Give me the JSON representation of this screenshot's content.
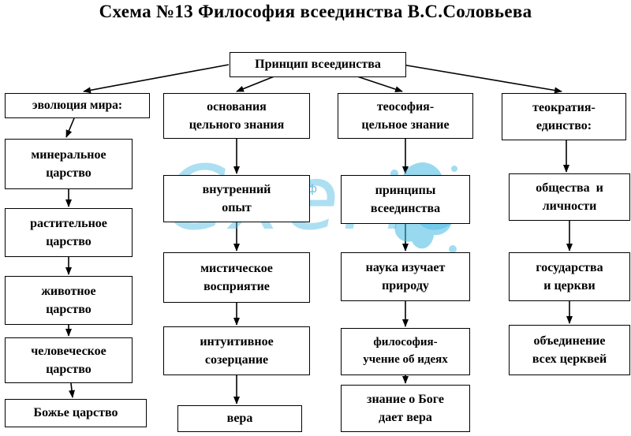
{
  "title": "Схема №13 Философия всеединства В.С.Соловьева",
  "root": "Принцип всеединства",
  "columns": [
    {
      "header": [
        "эволюция мира:"
      ],
      "items": [
        [
          "минеральное",
          "царство"
        ],
        [
          "растительное",
          "царство"
        ],
        [
          "животное",
          "царство"
        ],
        [
          "человеческое",
          "царство"
        ],
        [
          "Божье царство"
        ]
      ]
    },
    {
      "header": [
        "основания",
        "цельного знания"
      ],
      "items": [
        [
          "внутренний",
          "опыт"
        ],
        [
          "мистическое",
          "восприятие"
        ],
        [
          "интуитивное",
          "созерцание"
        ],
        [
          "вера"
        ]
      ]
    },
    {
      "header": [
        "теософия-",
        "цельное знание"
      ],
      "items": [
        [
          "принципы",
          "всеединства"
        ],
        [
          "наука изучает",
          "природу"
        ],
        [
          "философия-",
          "учение об идеях"
        ],
        [
          "знание о Боге",
          "дает вера"
        ]
      ]
    },
    {
      "header": [
        "теократия-",
        "единство:"
      ],
      "items": [
        [
          "общества  и",
          "личности"
        ],
        [
          "государства",
          "и церкви"
        ],
        [
          "объединение",
          "всех церквей"
        ]
      ]
    }
  ],
  "watermark": {
    "text": "Схемо",
    "url": "http://схемо.рф",
    "suffix": ".РФ",
    "color": "#46b9e1"
  }
}
